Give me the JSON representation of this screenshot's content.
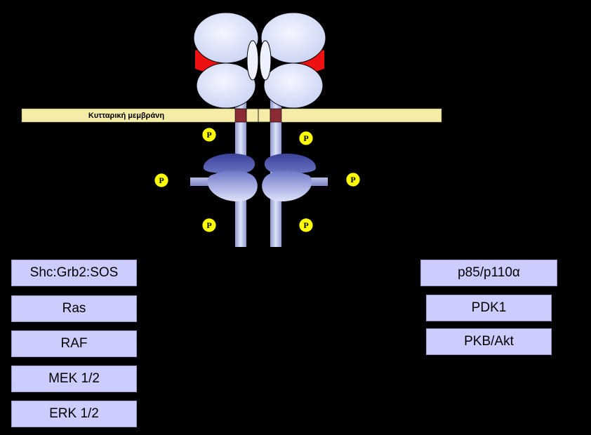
{
  "membrane": {
    "label": "Κυτταρική μεμβράνη"
  },
  "phospho": {
    "label": "P"
  },
  "left_pathway": [
    {
      "label": "Shc:Grb2:SOS"
    },
    {
      "label": "Ras"
    },
    {
      "label": "RAF"
    },
    {
      "label": "MEK 1/2"
    },
    {
      "label": "ERK 1/2"
    }
  ],
  "right_pathway": [
    {
      "label": "p85/p110α"
    },
    {
      "label": "PDK1"
    },
    {
      "label": "PKB/Akt"
    }
  ],
  "colors": {
    "background": "#000000",
    "membrane": "#f5eca8",
    "receptor_fill": "#dde4fb",
    "kinase": "#5a63b4",
    "hinge_red": "#ee1111",
    "transmembrane_dark": "#8a2a35",
    "phospho_yellow": "#ffff00",
    "box_fill": "#ccccff"
  }
}
